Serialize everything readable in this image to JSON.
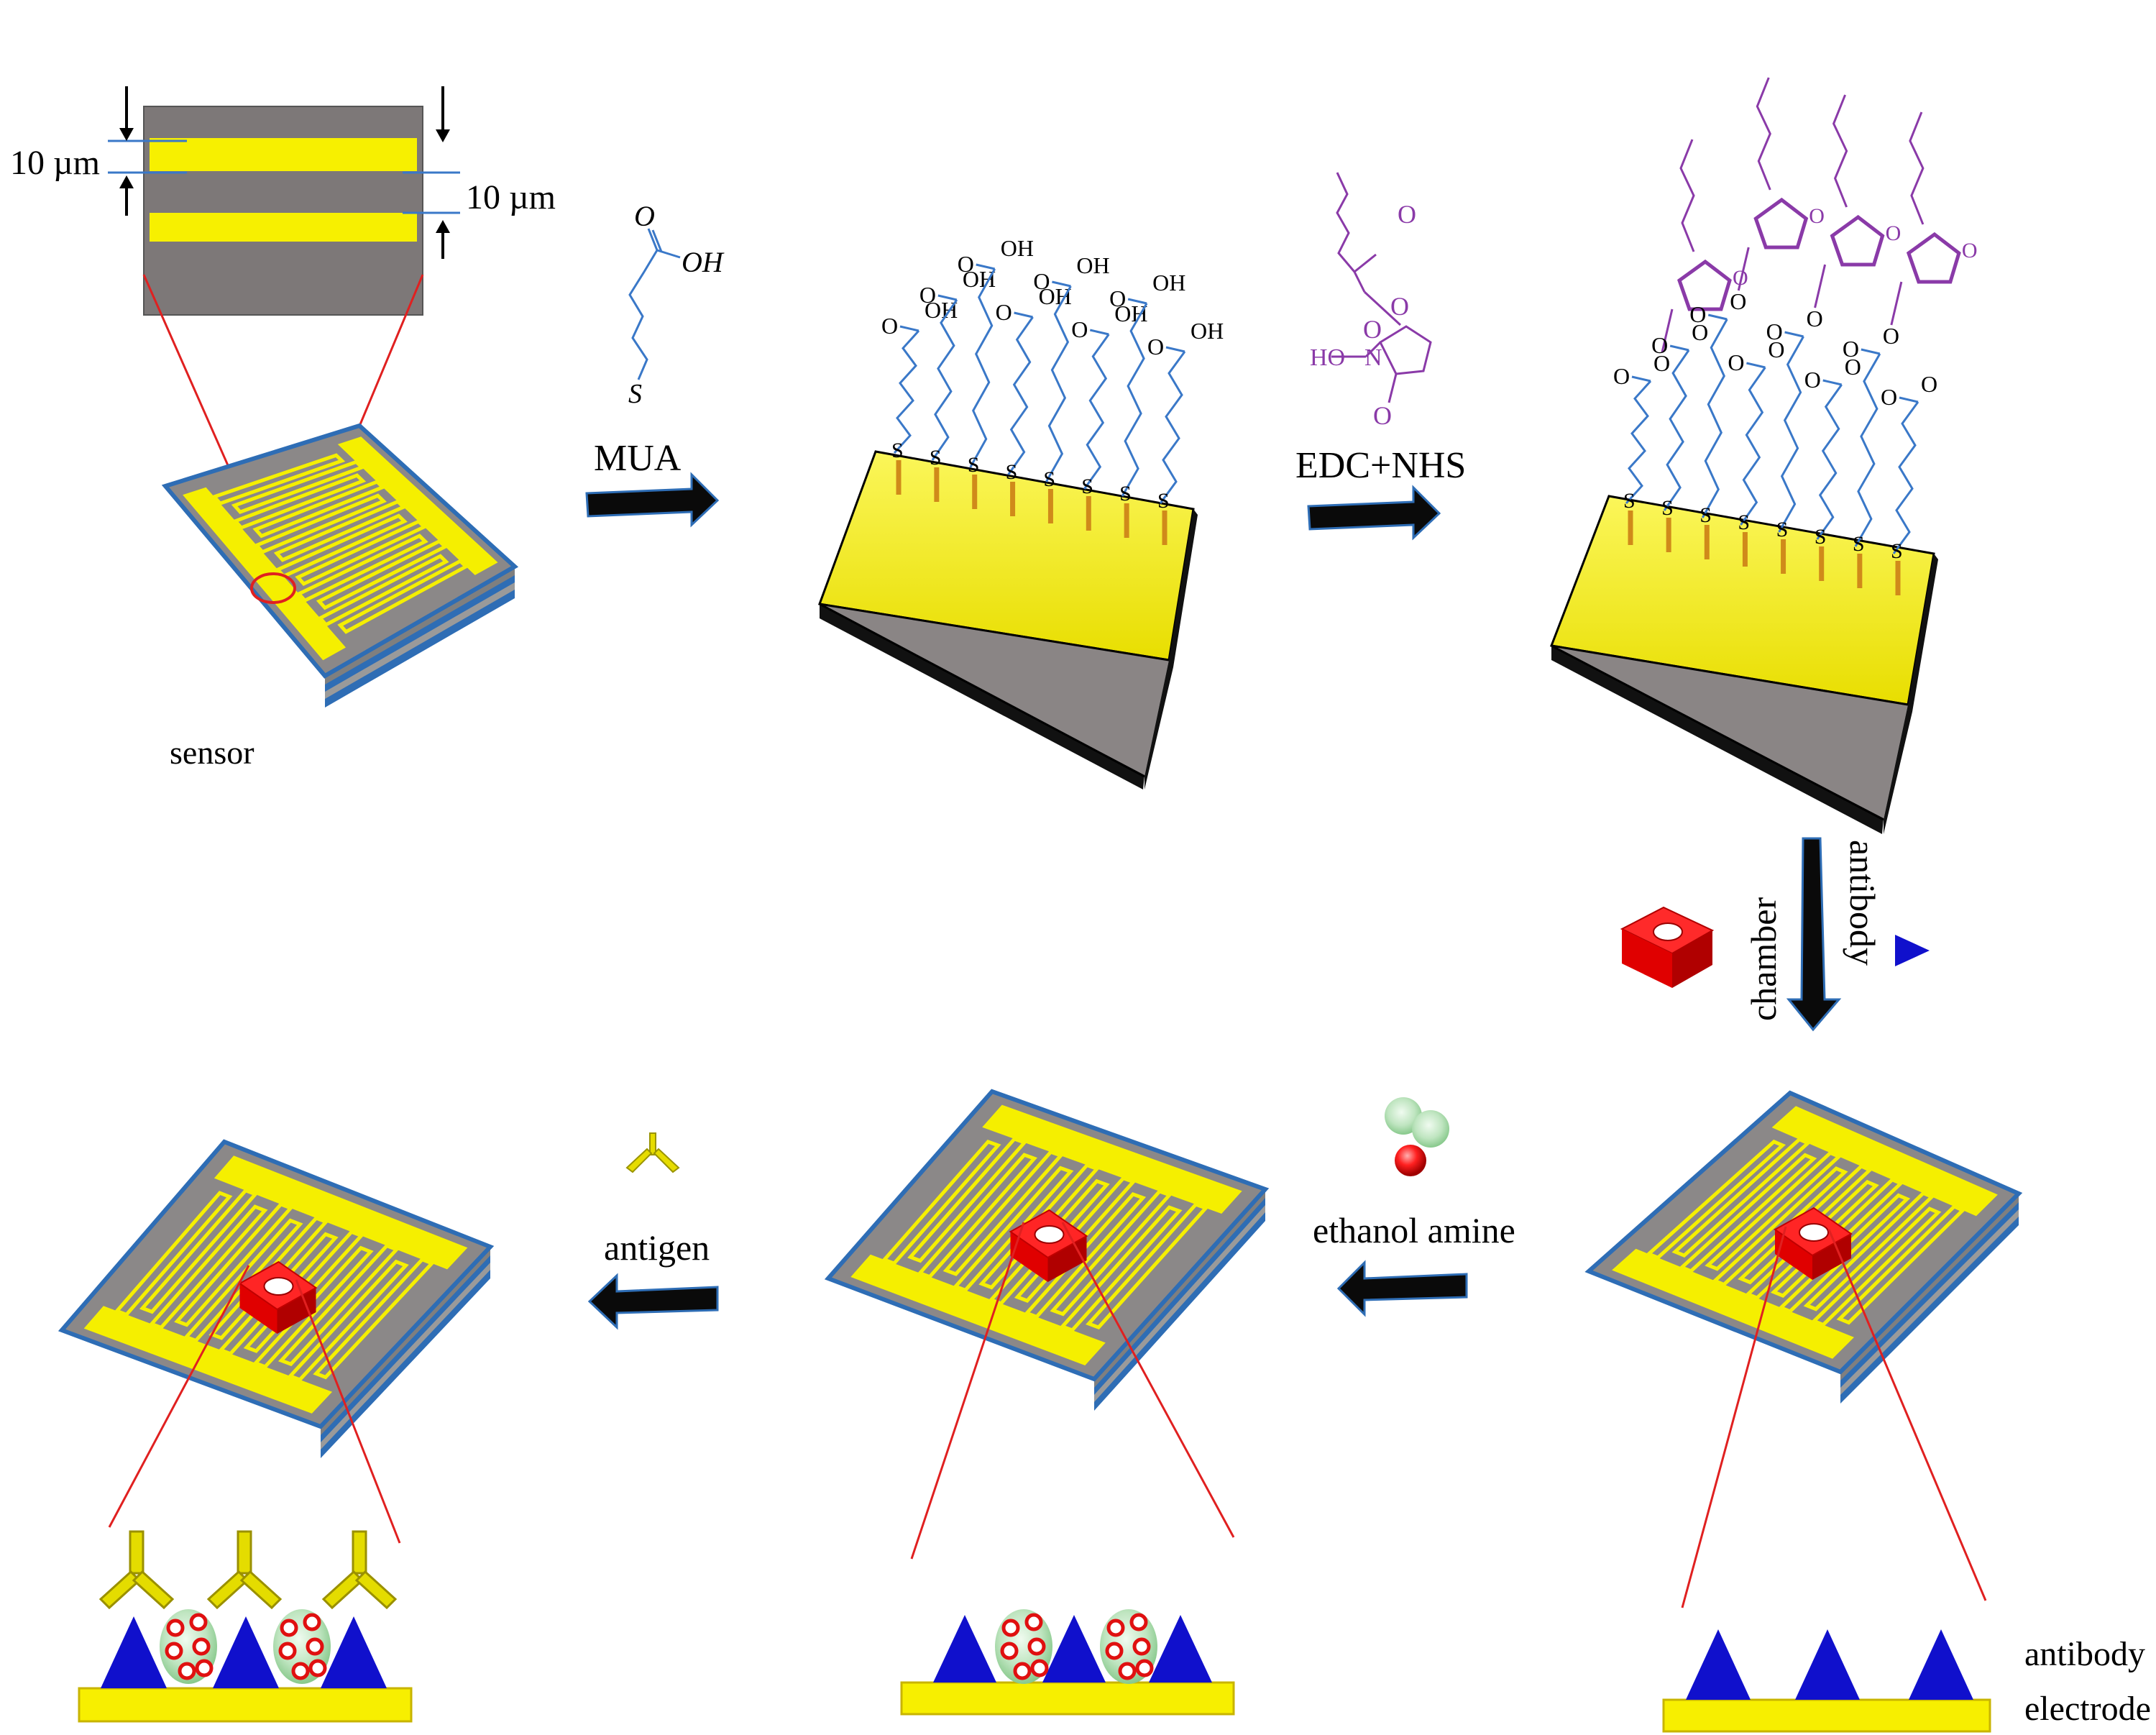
{
  "labels": {
    "dim_left": "10 µm",
    "dim_right": "10 µm",
    "sensor": "sensor",
    "mua": "MUA",
    "edc_nhs": "EDC+NHS",
    "chamber": "chamber",
    "antibody_step": "antibody",
    "ethanol_amine": "ethanol amine",
    "antigen": "antigen",
    "antibody_legend": "antibody",
    "electrode_legend": "electrode"
  },
  "chem": {
    "oh": "OH",
    "o": "O",
    "s": "S",
    "ho": "HO",
    "n": "N"
  },
  "colors": {
    "gold": "#f5ef00",
    "gray": "#8c8888",
    "blue_layer": "#2e6db5",
    "chain_blue": "#3a78c8",
    "purple": "#8a3aa8",
    "red": "#e01010",
    "antibody_blue": "#1010cc",
    "arrow": "#0a0a0a",
    "zoom_line": "#e02020",
    "pin": "#d08a1a"
  }
}
